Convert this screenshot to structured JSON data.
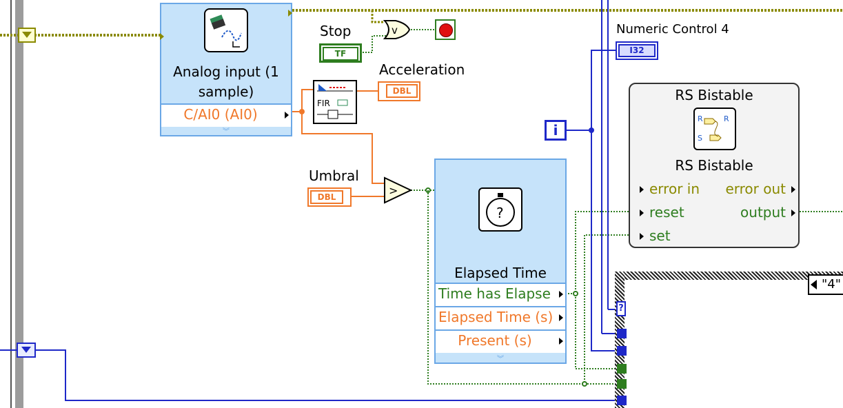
{
  "analog_input": {
    "title": "Analog input (1 sample)",
    "channel": "C/AI0 (AI0)"
  },
  "stop_control": {
    "label": "Stop",
    "type": "TF"
  },
  "acceleration": {
    "label": "Acceleration",
    "type": "DBL"
  },
  "umbral": {
    "label": "Umbral",
    "type": "DBL"
  },
  "numeric_control": {
    "label": "Numeric Control 4",
    "type": "I32"
  },
  "iteration": {
    "label": "i"
  },
  "elapsed_time": {
    "title": "Elapsed Time",
    "outputs": [
      "Time has Elapse",
      "Elapsed Time (s)",
      "Present (s)"
    ]
  },
  "rs_bistable": {
    "title": "RS Bistable",
    "subtitle": "RS Bistable",
    "inputs": [
      "error in",
      "reset",
      "set"
    ],
    "outputs": [
      "error out",
      "output"
    ]
  },
  "case_structure": {
    "selector": "\"4\"",
    "unknown_type": "?"
  },
  "colors": {
    "dynamic_data": "#8a8a00",
    "double": "#f0782a",
    "boolean": "#2e7d1f",
    "integer": "#1e28c8"
  }
}
